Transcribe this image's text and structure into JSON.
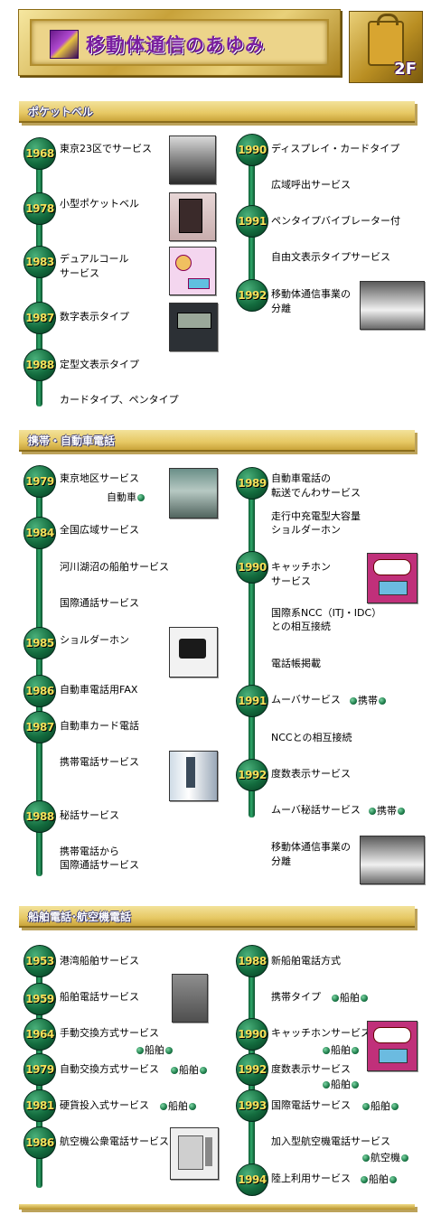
{
  "title": "移動体通信のあゆみ",
  "floor": "2F",
  "sections": {
    "pager": {
      "title": "ポケットベル"
    },
    "car": {
      "title": "携帯・自動車電話"
    },
    "ship": {
      "title": "船舶電話･航空機電話"
    }
  },
  "pager": {
    "y1968": "1968",
    "y1978": "1978",
    "y1983": "1983",
    "y1987": "1987",
    "y1988": "1988",
    "y1990": "1990",
    "y1991": "1991",
    "y1992": "1992",
    "t1968": "東京23区でサービス",
    "t1978": "小型ポケットベル",
    "t1983a": "デュアルコール",
    "t1983b": "サービス",
    "t1987": "数字表示タイプ",
    "t1988a": "定型文表示タイプ",
    "t1988b": "カードタイプ、ペンタイプ",
    "t1990a": "ディスプレイ・カードタイプ",
    "t1990b": "広域呼出サービス",
    "t1991a": "ペンタイプバイブレーター付",
    "t1991b": "自由文表示タイプサービス",
    "t1992a": "移動体通信事業の",
    "t1992b": "分離"
  },
  "car": {
    "y1979": "1979",
    "y1984": "1984",
    "y1985": "1985",
    "y1986": "1986",
    "y1987": "1987",
    "y1988": "1988",
    "y1989": "1989",
    "y1990": "1990",
    "y1991": "1991",
    "y1992": "1992",
    "t1979": "東京地区サービス",
    "tag_car": "自動車",
    "t1984a": "全国広域サービス",
    "t1984b": "河川湖沼の船舶サービス",
    "t1984c": "国際通話サービス",
    "t1985": "ショルダーホン",
    "t1986": "自動車電話用FAX",
    "t1987a": "自動車カード電話",
    "t1987b": "携帯電話サービス",
    "t1988a": "秘話サービス",
    "t1988b": "携帯電話から",
    "t1988c": "国際通話サービス",
    "t1989a": "自動車電話の",
    "t1989b": "転送でんわサービス",
    "t1989c": "走行中充電型大容量",
    "t1989d": "ショルダーホン",
    "t1990a": "キャッチホン",
    "t1990b": "サービス",
    "t1990c": "国際系NCC（ITJ・IDC）",
    "t1990d": "との相互接続",
    "t1990e": "電話帳掲載",
    "t1991a": "ムーバサービス",
    "tag_mobile": "携帯",
    "t1991b": "NCCとの相互接続",
    "t1992a": "度数表示サービス",
    "t1992b": "ムーバ秘話サービス",
    "t1992c": "移動体通信事業の",
    "t1992d": "分離"
  },
  "ship": {
    "y1953": "1953",
    "y1959": "1959",
    "y1964": "1964",
    "y1979": "1979",
    "y1981": "1981",
    "y1986": "1986",
    "y1988": "1988",
    "y1990": "1990",
    "y1992": "1992",
    "y1993": "1993",
    "y1994": "1994",
    "t1953": "港湾船舶サービス",
    "t1959": "船舶電話サービス",
    "t1964": "手動交換方式サービス",
    "tag_ship": "船舶",
    "tag_air": "航空機",
    "t1979": "自動交換方式サービス",
    "t1981": "硬貨投入式サービス",
    "t1986": "航空機公衆電話サービス",
    "t1988a": "新船舶電話方式",
    "t1988b": "携帯タイプ",
    "t1990": "キャッチホンサービス",
    "t1992": "度数表示サービス",
    "t1993": "国際電話サービス",
    "t1993b": "加入型航空機電話サービス",
    "t1994": "陸上利用サービス"
  }
}
